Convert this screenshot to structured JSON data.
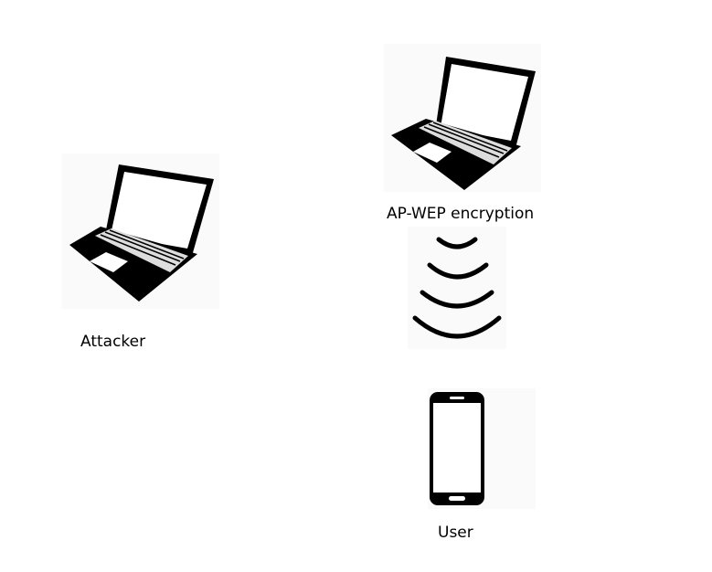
{
  "diagram": {
    "nodes": {
      "attacker": {
        "label": "Attacker",
        "icon": "laptop-icon"
      },
      "access_point": {
        "label": "AP-WEP encryption",
        "icon": "laptop-icon"
      },
      "user": {
        "label": "User",
        "icon": "smartphone-icon"
      }
    },
    "signal": {
      "icon": "wifi-signal-icon",
      "arcs": 4
    },
    "colors": {
      "icon": "#000000",
      "background": "#ffffff",
      "text": "#000000"
    }
  }
}
